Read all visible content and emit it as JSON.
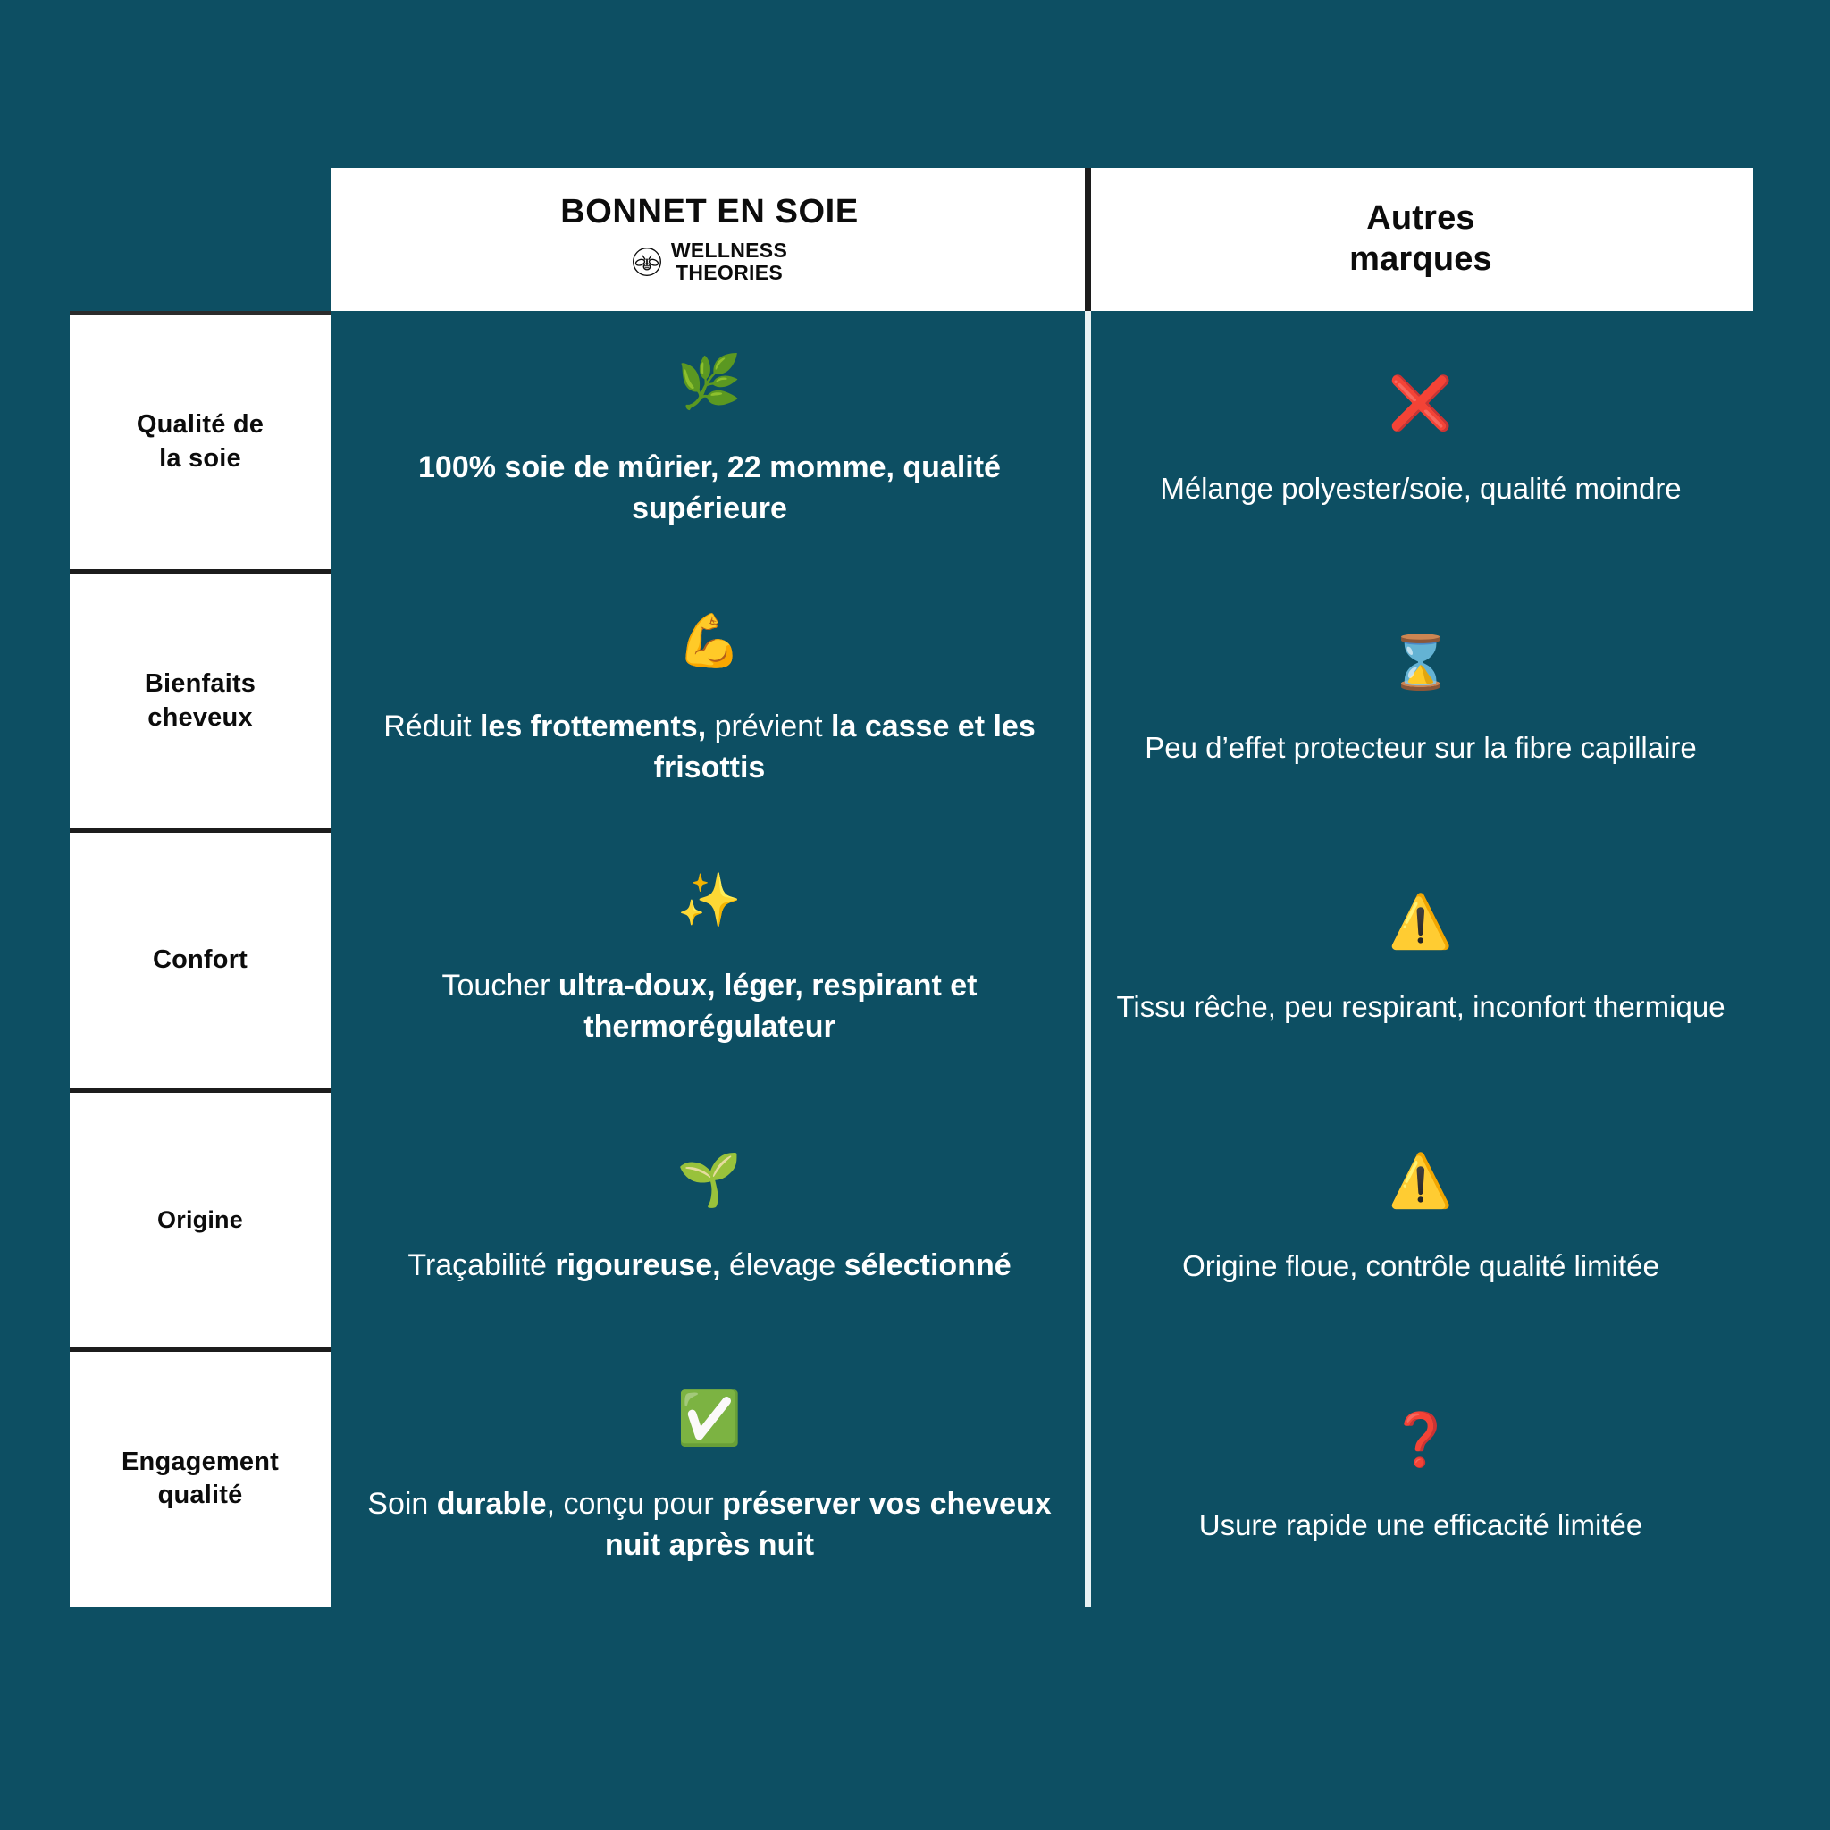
{
  "theme": {
    "background": "#0d4f63",
    "panel_white": "#ffffff",
    "rule_dark": "#1c1c1c",
    "text_light": "#ffffff",
    "text_dark": "#0c0c0c",
    "accent_red": "#e01b16",
    "accent_yellow": "#f7c325",
    "accent_green": "#2ea72e"
  },
  "header": {
    "product_column": {
      "title": "BONNET EN SOIE",
      "brand_line_1": "WELLNESS",
      "brand_line_2": "THEORIES",
      "logo_icon": "bee-logo-icon"
    },
    "competitor_column": {
      "title_line_1": "Autres",
      "title_line_2": "marques"
    }
  },
  "rows": [
    {
      "label": "Qualité de\nla soie",
      "label_line_1": "Qualité de",
      "label_line_2": "la soie",
      "product": {
        "icon": "herb-leaf-icon",
        "icon_glyph": "🌿",
        "text": "100% soie de mûrier, 22 momme, qualité supérieure",
        "segments": [
          {
            "text": "100% soie de mûrier, 22 momme, qualité supérieure",
            "bold": true
          }
        ]
      },
      "competitor": {
        "icon": "red-cross-mark-icon",
        "icon_glyph": "❌",
        "text": "Mélange polyester/soie, qualité moindre",
        "segments": [
          {
            "text": "Mélange polyester/soie, qualité moindre",
            "bold": false
          }
        ]
      }
    },
    {
      "label": "Bienfaits\ncheveux",
      "label_line_1": "Bienfaits",
      "label_line_2": "cheveux",
      "product": {
        "icon": "flexed-biceps-icon",
        "icon_glyph": "💪",
        "text": "Réduit les frottements, prévient la casse et les frisottis",
        "segments": [
          {
            "text": "Réduit ",
            "bold": false
          },
          {
            "text": "les frottements,",
            "bold": true
          },
          {
            "text": " prévient ",
            "bold": false
          },
          {
            "text": "la casse et les frisottis",
            "bold": true
          }
        ]
      },
      "competitor": {
        "icon": "hourglass-icon",
        "icon_glyph": "⌛",
        "text": "Peu d’effet protecteur sur la fibre capillaire",
        "segments": [
          {
            "text": "Peu d’effet protecteur sur la fibre capillaire",
            "bold": false
          }
        ]
      }
    },
    {
      "label": "Confort",
      "label_line_1": "Confort",
      "label_line_2": "",
      "product": {
        "icon": "sparkles-icon",
        "icon_glyph": "✨",
        "text": "Toucher ultra-doux, léger, respirant et thermorégulateur",
        "segments": [
          {
            "text": "Toucher ",
            "bold": false
          },
          {
            "text": "ultra-doux, léger, respirant et thermorégulateur",
            "bold": true
          }
        ]
      },
      "competitor": {
        "icon": "warning-triangle-icon",
        "icon_glyph": "⚠️",
        "text": "Tissu rêche, peu respirant, inconfort thermique",
        "segments": [
          {
            "text": "Tissu rêche, peu respirant, inconfort thermique",
            "bold": false
          }
        ]
      }
    },
    {
      "label": "Origine",
      "label_line_1": "Origine",
      "label_line_2": "",
      "product": {
        "icon": "seedling-icon",
        "icon_glyph": "🌱",
        "text": "Traçabilité rigoureuse, élevage sélectionné",
        "segments": [
          {
            "text": "Traçabilité ",
            "bold": false
          },
          {
            "text": "rigoureuse,",
            "bold": true
          },
          {
            "text": " élevage ",
            "bold": false
          },
          {
            "text": "sélectionné",
            "bold": true
          }
        ]
      },
      "competitor": {
        "icon": "warning-triangle-icon",
        "icon_glyph": "⚠️",
        "text": "Origine floue, contrôle qualité limitée",
        "segments": [
          {
            "text": "Origine floue, contrôle qualité limitée",
            "bold": false
          }
        ]
      }
    },
    {
      "label": "Engagement\nqualité",
      "label_line_1": "Engagement",
      "label_line_2": "qualité",
      "product": {
        "icon": "green-check-mark-icon",
        "icon_glyph": "✅",
        "text": "Soin durable, conçu pour préserver vos cheveux nuit après nuit",
        "segments": [
          {
            "text": "Soin ",
            "bold": false
          },
          {
            "text": "durable",
            "bold": true
          },
          {
            "text": ", conçu pour ",
            "bold": false
          },
          {
            "text": "préserver vos cheveux nuit après nuit",
            "bold": true
          }
        ]
      },
      "competitor": {
        "icon": "red-question-mark-icon",
        "icon_glyph": "❓",
        "text": "Usure rapide une efficacité limitée",
        "segments": [
          {
            "text": "Usure rapide une efficacité limitée",
            "bold": false
          }
        ]
      }
    }
  ]
}
